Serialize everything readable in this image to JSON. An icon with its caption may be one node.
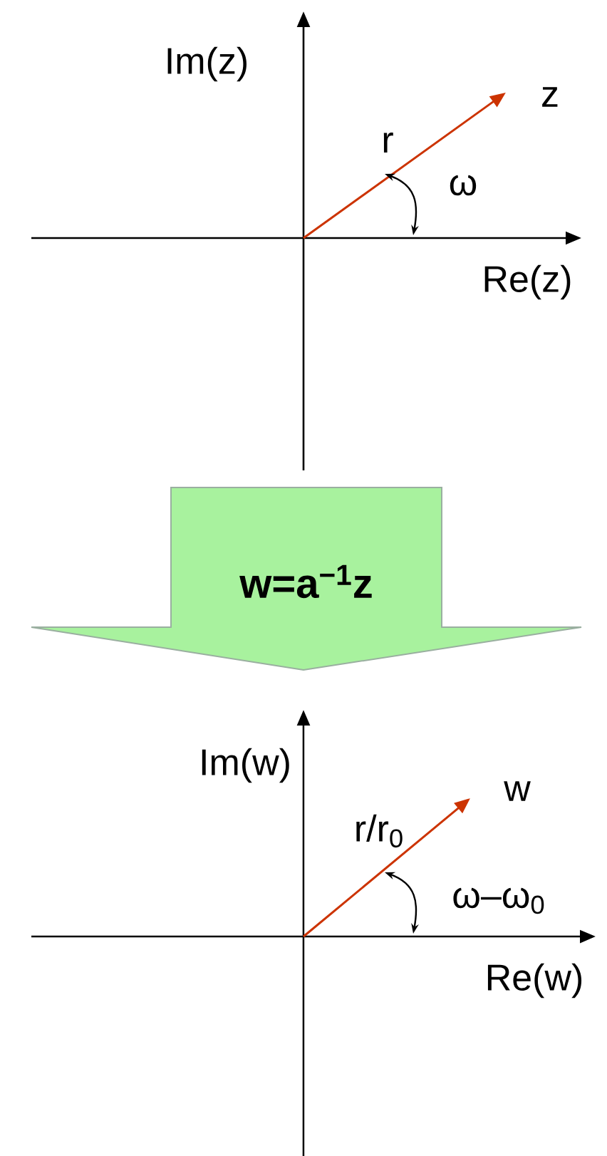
{
  "diagram": {
    "nodes": [
      {
        "text": [
          "w=a$^{−1}$z"
        ]
      }
    ],
    "labels": [
      "Im(z)",
      "z",
      "r",
      "ω",
      "Re(z)",
      "Im(w)",
      "w",
      "r/r$_{0}$",
      "ω–ω$_{0}$",
      "Re(w)"
    ]
  }
}
